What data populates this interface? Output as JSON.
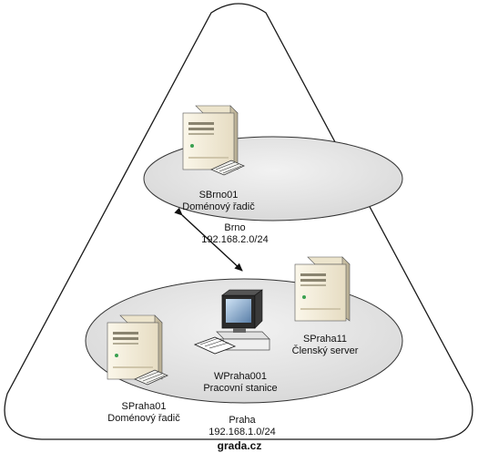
{
  "nodes": {
    "sbrno01": {
      "name": "SBrno01",
      "role": "Doménový řadič",
      "icon": "server-icon"
    },
    "spraha11": {
      "name": "SPraha11",
      "role": "Členský server",
      "icon": "server-icon"
    },
    "wpraha001": {
      "name": "WPraha001",
      "role": "Pracovní stanice",
      "icon": "workstation-icon"
    },
    "spraha01": {
      "name": "SPraha01",
      "role": "Doménový řadič",
      "icon": "server-icon"
    }
  },
  "sites": {
    "brno": {
      "name": "Brno",
      "subnet": "192.168.2.0/24"
    },
    "praha": {
      "name": "Praha",
      "subnet": "192.168.1.0/24"
    }
  },
  "watermark": "grada.cz",
  "colors": {
    "outline": "#1a1a1a",
    "site_fill": "#e6e6e6",
    "server_body": "#f0ead8",
    "server_shade": "#cfc5aa",
    "server_dark": "#5f5a48"
  }
}
